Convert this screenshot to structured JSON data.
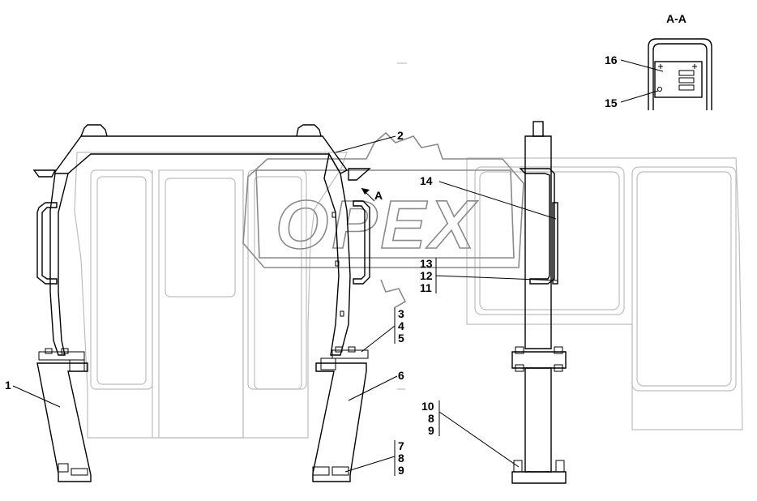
{
  "section_title": "A-A",
  "view_marker": "A",
  "watermark_text": "OPEX",
  "callouts": {
    "c1": "1",
    "c2": "2",
    "c6": "6",
    "c14": "14",
    "c15": "15",
    "c16": "16",
    "stack_345": [
      "3",
      "4",
      "5"
    ],
    "stack_789": [
      "7",
      "8",
      "9"
    ],
    "stack_111213": [
      "13",
      "12",
      "11"
    ],
    "stack_1089": [
      "10",
      "8",
      "9"
    ]
  }
}
